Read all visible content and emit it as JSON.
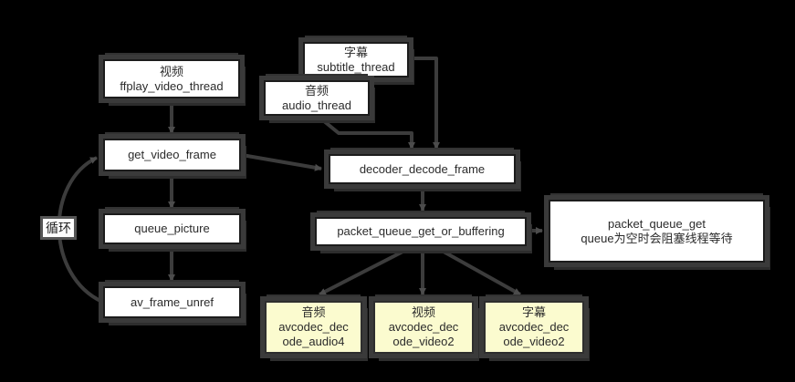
{
  "loop_label": "循环",
  "nodes": {
    "video_thread": {
      "lines": [
        "视频",
        "ffplay_video_thread"
      ]
    },
    "subtitle_thread": {
      "lines": [
        "字幕",
        "subtitle_thread"
      ]
    },
    "audio_thread": {
      "lines": [
        "音频",
        "audio_thread"
      ]
    },
    "get_video_frame": {
      "lines": [
        "get_video_frame"
      ]
    },
    "decoder_decode_frame": {
      "lines": [
        "decoder_decode_frame"
      ]
    },
    "queue_picture": {
      "lines": [
        "queue_picture"
      ]
    },
    "packet_queue_get_or_buffering": {
      "lines": [
        "packet_queue_get_or_buffering"
      ]
    },
    "packet_queue_get_note": {
      "lines": [
        "packet_queue_get",
        "queue为空时会阻塞线程等待"
      ]
    },
    "av_frame_unref": {
      "lines": [
        "av_frame_unref"
      ]
    },
    "audio_decode": {
      "lines": [
        "音频",
        "avcodec_decode_audio4"
      ]
    },
    "video_decode": {
      "lines": [
        "视频",
        "avcodec_decode_video2"
      ]
    },
    "subtitle_decode": {
      "lines": [
        "字幕",
        "avcodec_decode_video2"
      ]
    }
  },
  "colors": {
    "background": "#000000",
    "node_fill": "#ffffff",
    "decode_node_fill": "#fbfbcf",
    "node_border": "#1c1c1c",
    "shadow_halo": "#3a3a3a",
    "connector": "#3c3c3c",
    "arrowhead": "#4c4c4c",
    "text": "#2b2b2b"
  }
}
